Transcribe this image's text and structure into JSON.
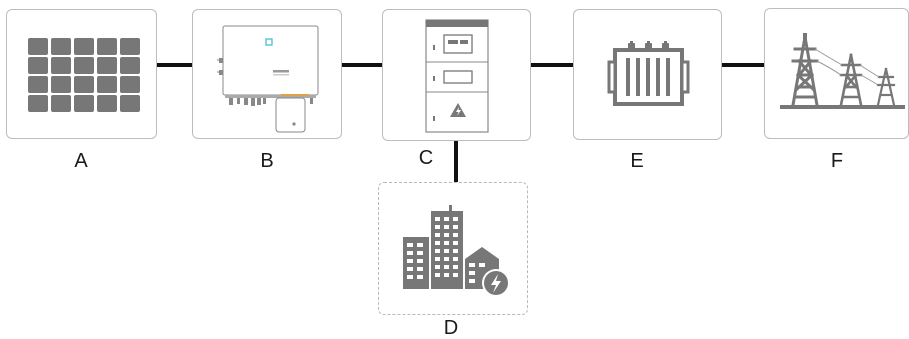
{
  "diagram": {
    "nodes": [
      {
        "id": "A",
        "label": "A",
        "icon": "solar-panel-icon"
      },
      {
        "id": "B",
        "label": "B",
        "icon": "inverter-icon"
      },
      {
        "id": "C",
        "label": "C",
        "icon": "distribution-cabinet-icon"
      },
      {
        "id": "D",
        "label": "D",
        "icon": "buildings-load-icon"
      },
      {
        "id": "E",
        "label": "E",
        "icon": "transformer-icon"
      },
      {
        "id": "F",
        "label": "F",
        "icon": "transmission-towers-icon"
      }
    ],
    "edges": [
      {
        "from": "A",
        "to": "B"
      },
      {
        "from": "B",
        "to": "C"
      },
      {
        "from": "C",
        "to": "E"
      },
      {
        "from": "E",
        "to": "F"
      },
      {
        "from": "C",
        "to": "D"
      }
    ],
    "colors": {
      "icon": "#777777",
      "border": "#bdbdbd",
      "line": "#111111",
      "accent_cyan": "#39b8d6",
      "accent_orange": "#e0a246"
    }
  }
}
